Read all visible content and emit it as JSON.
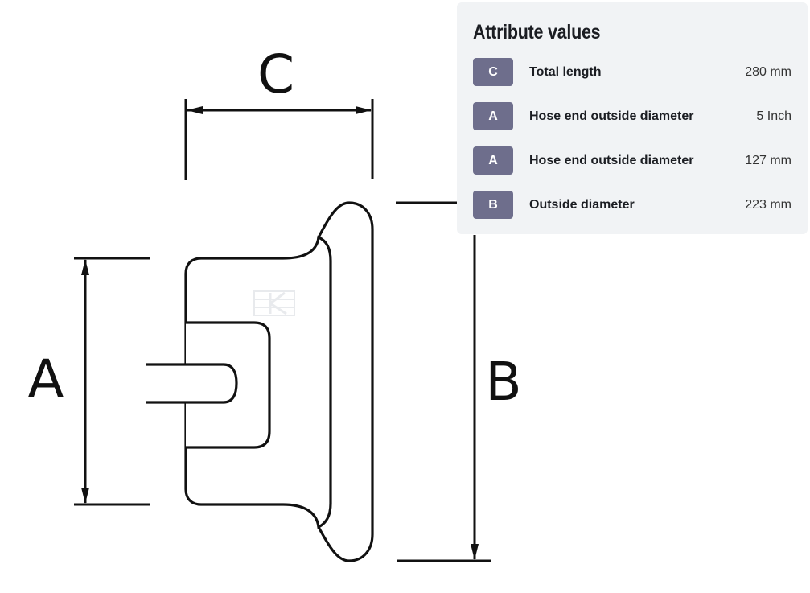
{
  "diagram": {
    "dimension_labels": {
      "c": "C",
      "a": "A",
      "b": "B"
    }
  },
  "attributes_panel": {
    "title": "Attribute values",
    "rows": [
      {
        "badge": "C",
        "label": "Total length",
        "value": "280 mm"
      },
      {
        "badge": "A",
        "label": "Hose end outside diameter",
        "value": "5 Inch"
      },
      {
        "badge": "A",
        "label": "Hose end outside diameter",
        "value": "127 mm"
      },
      {
        "badge": "B",
        "label": "Outside diameter",
        "value": "223 mm"
      }
    ]
  },
  "colors": {
    "badge_background": "#6e6e8c",
    "panel_background": "#f1f3f5",
    "line_color": "#111111"
  }
}
